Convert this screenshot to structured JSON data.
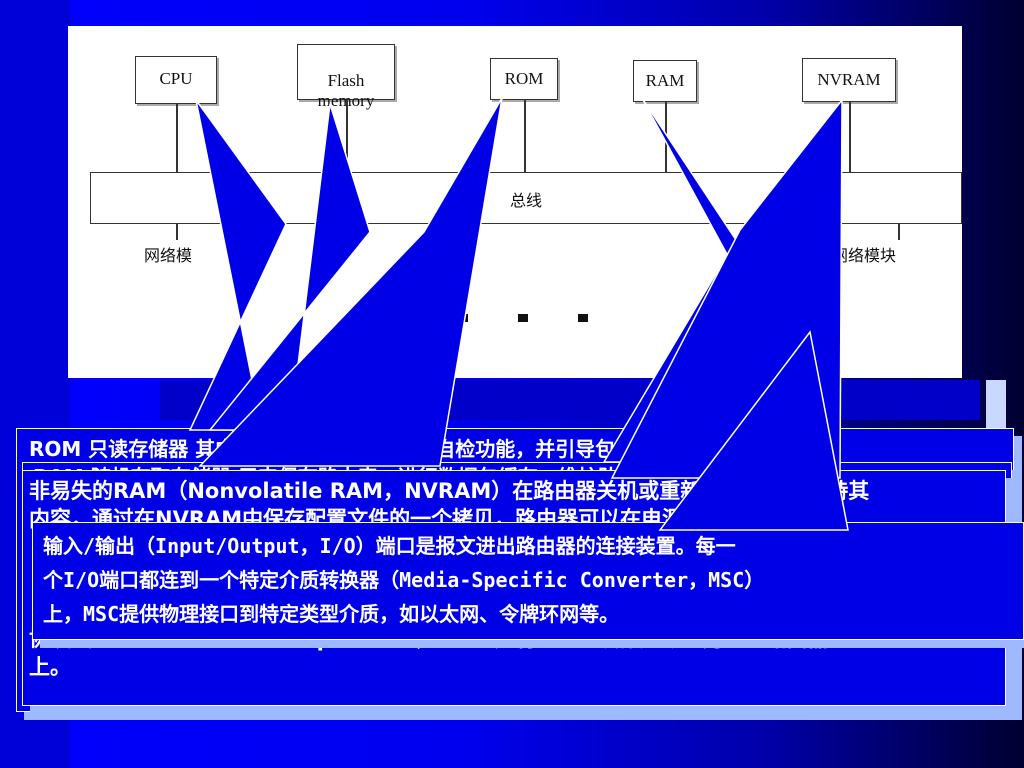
{
  "diagram": {
    "components": [
      {
        "id": "cpu",
        "label": "CPU"
      },
      {
        "id": "flash",
        "label": "Flash\nmemory"
      },
      {
        "id": "rom",
        "label": "ROM"
      },
      {
        "id": "ram",
        "label": "RAM"
      },
      {
        "id": "nvram",
        "label": "NVRAM"
      }
    ],
    "bus_label": "总线",
    "module_left": "网络模",
    "module_right": "网络模块",
    "ellipsis": "· · · ·"
  },
  "cards": {
    "rom": {
      "visible_top": "ROM 只读存储器 其中所包含的代码执行加电自检功能，并引导包含的代码和Boot所执行",
      "visible_end": ""
    },
    "ram": {
      "visible_top": "RAM 随机存取存储器 用来保存路由表，进行数据包缓存，维护队列，数据流量流向"
    },
    "nvram": {
      "line1": "非易失的RAM（Nonvolatile RAM，NVRAM）在路由器关机或重新启动后仍能保持其",
      "line2": "内容，通过在NVRAM中保存配置文件的一个拷贝，路由器可以在电源故障时可以",
      "line3": "协议（ trival file transfer protocol，TFTP）将O S的映像加载到另一个路由器",
      "line4": "上。"
    },
    "io": {
      "line1": "输入/输出（Input/Output，I/O）端口是报文进出路由器的连接装置。每一",
      "line2": "个I/O端口都连到一个特定介质转换器（Media-Specific Converter，MSC）",
      "line3": "上，MSC提供物理接口到特定类型介质，如以太网、令牌环网等。"
    }
  },
  "colors": {
    "callout_fill": "#0000e6",
    "card_shadow": "#9fb9ff",
    "deco_light": "#a9c4ff"
  }
}
